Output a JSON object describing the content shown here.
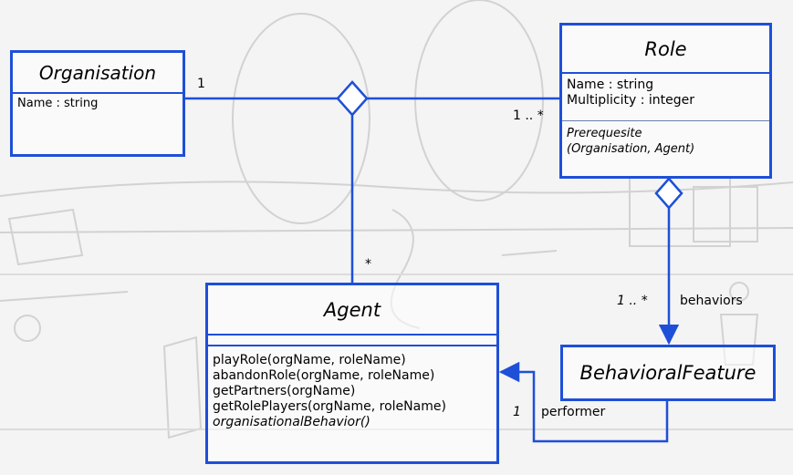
{
  "colors": {
    "accent": "#1e4fd8",
    "background": "#f4f4f4",
    "text": "#000000"
  },
  "classes": {
    "organisation": {
      "name": "Organisation",
      "attributes": [
        "Name : string"
      ]
    },
    "role": {
      "name": "Role",
      "attributes": [
        "Name : string",
        "Multiplicity : integer"
      ],
      "operations": [
        "Prerequesite",
        "(Organisation, Agent)"
      ]
    },
    "agent": {
      "name": "Agent",
      "operations": [
        "playRole(orgName, roleName)",
        "abandonRole(orgName, roleName)",
        "getPartners(orgName)",
        "getRolePlayers(orgName, roleName)",
        "organisationalBehavior()"
      ]
    },
    "behavioral_feature": {
      "name": "BehavioralFeature"
    }
  },
  "labels": {
    "org_multiplicity": "1",
    "role_multiplicity": "1 .. *",
    "agent_multiplicity": "*",
    "behaviors_multiplicity": "1 .. *",
    "behaviors_role": "behaviors",
    "performer_multiplicity": "1",
    "performer_role": "performer"
  }
}
